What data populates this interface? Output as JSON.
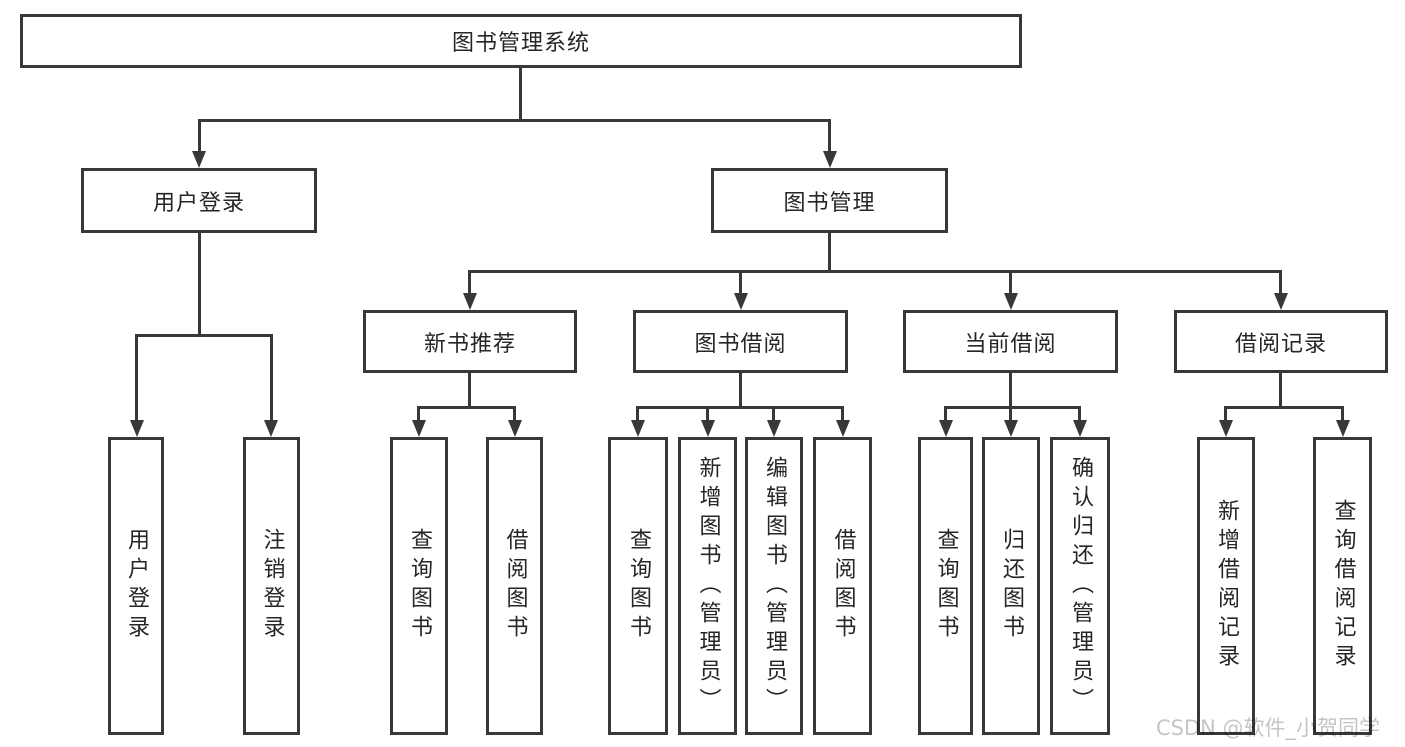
{
  "tree": {
    "root": {
      "label": "图书管理系统"
    },
    "branches": [
      {
        "label": "用户登录",
        "children": [
          {
            "label": "用户登录"
          },
          {
            "label": "注销登录"
          }
        ]
      },
      {
        "label": "图书管理",
        "children": [
          {
            "label": "新书推荐",
            "children": [
              {
                "label": "查询图书"
              },
              {
                "label": "借阅图书"
              }
            ]
          },
          {
            "label": "图书借阅",
            "children": [
              {
                "label": "查询图书"
              },
              {
                "label": "新增图书（管理员）"
              },
              {
                "label": "编辑图书（管理员）"
              },
              {
                "label": "借阅图书"
              }
            ]
          },
          {
            "label": "当前借阅",
            "children": [
              {
                "label": "查询图书"
              },
              {
                "label": "归还图书"
              },
              {
                "label": "确认归还（管理员）"
              }
            ]
          },
          {
            "label": "借阅记录",
            "children": [
              {
                "label": "新增借阅记录"
              },
              {
                "label": "查询借阅记录"
              }
            ]
          }
        ]
      }
    ]
  },
  "watermark": "CSDN @软件_小贺同学",
  "colors": {
    "line": "#383838",
    "text": "#262626",
    "watermark": "#c8c4c4",
    "background": "#ffffff"
  }
}
